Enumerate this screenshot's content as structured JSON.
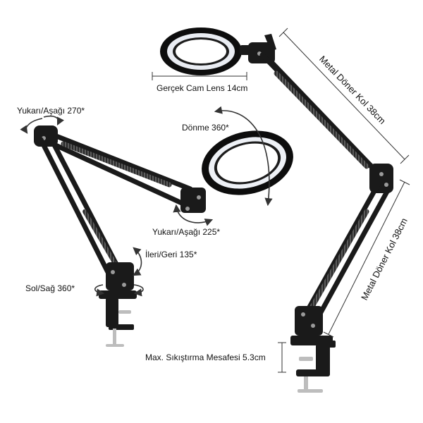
{
  "labels": {
    "lens_size": "Gerçek Cam Lens 14cm",
    "rotate": "Dönme 360*",
    "tilt_arm": "Yukarı/Aşağı 270*",
    "tilt_head": "Yukarı/Aşağı 225*",
    "forward_back": "İleri/Geri 135*",
    "left_right": "Sol/Sağ 360*",
    "upper_arm_length": "Metal Döner Kol 38cm",
    "lower_arm_length": "Metal Döner Kol 38cm",
    "clamp_range": "Max. Sıkıştırma Mesafesi 5.3cm"
  },
  "colors": {
    "metal": "#1a1a1a",
    "spring": "#555555",
    "lens_ring": "#0d0d0d",
    "led_glow": "#f4f6fa",
    "glass": "#ffffff",
    "dimension_line": "#333333",
    "chrome": "#bdbdbd"
  }
}
